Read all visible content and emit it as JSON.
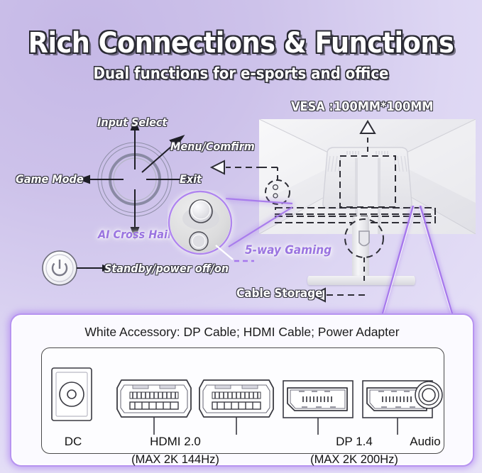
{
  "header": {
    "title": "Rich Connections & Functions",
    "subtitle": "Dual functions for e-sports and office"
  },
  "colors": {
    "background_light": "#e8e3f8",
    "background_dark": "#c5b8e6",
    "accent_purple": "#9a74e0",
    "panel_border": "#b794f0",
    "outline_dark": "#3a3a44",
    "text_dark": "#1b1b1b"
  },
  "joystick": {
    "directions": {
      "up": "Input Select",
      "left": "Game Mode",
      "right": "Exit",
      "down": "AI Cross Hair",
      "center": "Menu/Comfirm"
    },
    "magnified_label": "5-way Gaming"
  },
  "power": {
    "label": "Standby/power off/on",
    "icon": "power-icon"
  },
  "monitor": {
    "vesa_label": "VESA :100MM*100MM",
    "cable_storage_label": "Cable Storage"
  },
  "ports_panel": {
    "accessory_note": "White Accessory: DP Cable; HDMI Cable; Power Adapter",
    "ports": [
      {
        "id": "dc",
        "icon": "dc-port-icon",
        "label": "DC",
        "sub": ""
      },
      {
        "id": "hdmi1",
        "icon": "hdmi-port-icon",
        "label": "",
        "sub": ""
      },
      {
        "id": "hdmi2",
        "icon": "hdmi-port-icon",
        "label": "",
        "sub": ""
      },
      {
        "id": "dp1",
        "icon": "dp-port-icon",
        "label": "",
        "sub": ""
      },
      {
        "id": "dp2",
        "icon": "dp-port-icon",
        "label": "",
        "sub": ""
      },
      {
        "id": "audio",
        "icon": "audio-jack-icon",
        "label": "Audio",
        "sub": ""
      }
    ],
    "group_labels": {
      "dc": "DC",
      "hdmi": "HDMI 2.0",
      "hdmi_sub": "(MAX 2K 144Hz)",
      "dp": "DP 1.4",
      "dp_sub": "(MAX 2K 200Hz)",
      "audio": "Audio"
    }
  }
}
